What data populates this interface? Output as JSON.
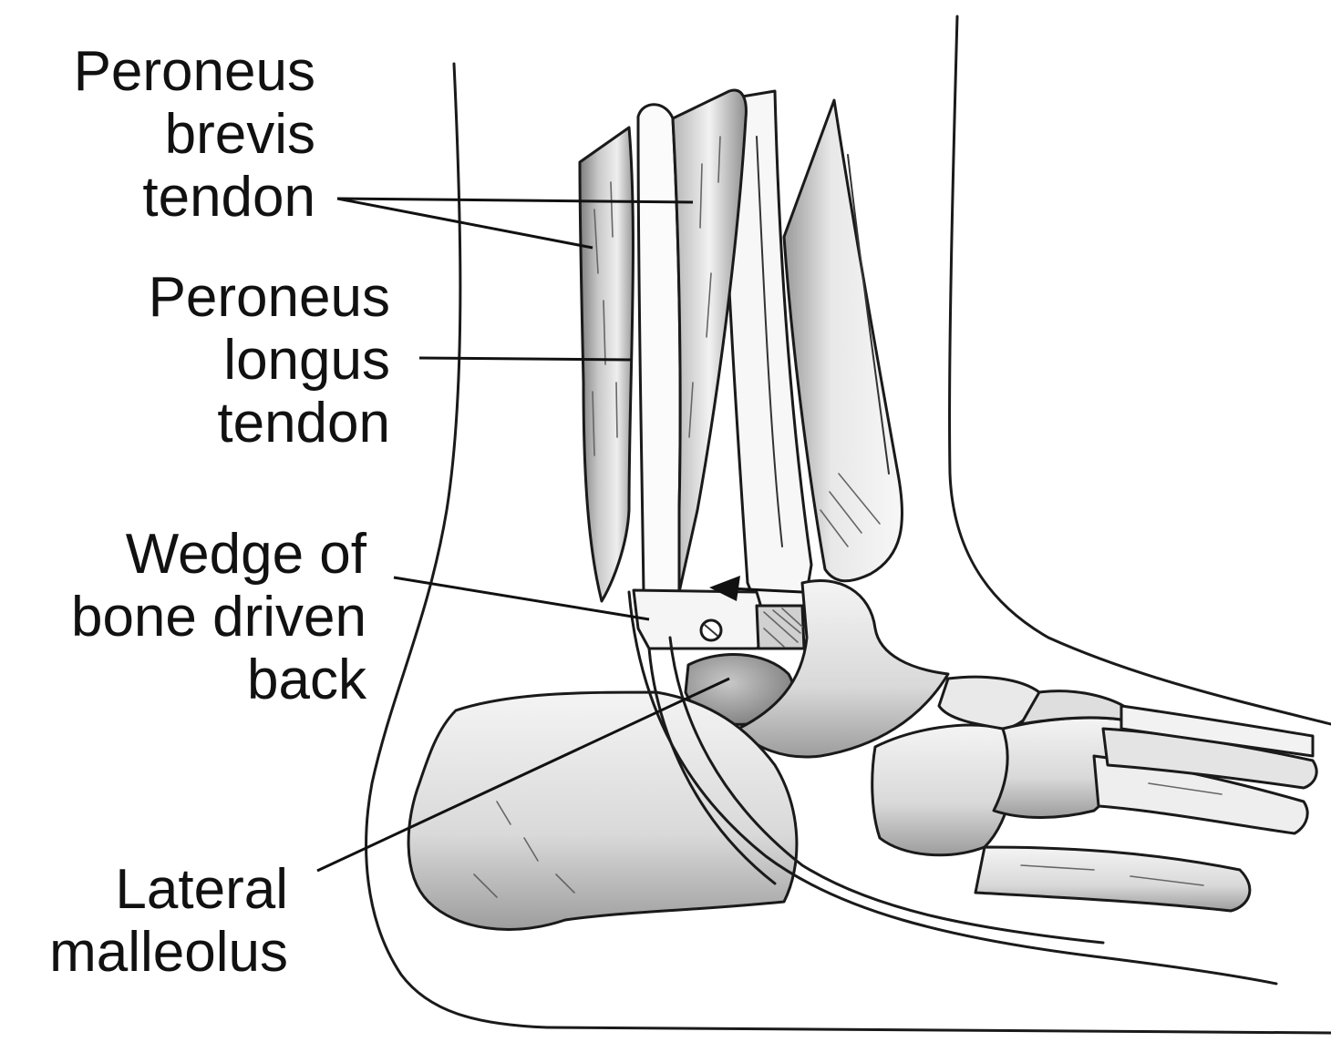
{
  "labels": {
    "peroneus_brevis": [
      "Peroneus",
      "brevis",
      "tendon"
    ],
    "peroneus_longus": [
      "Peroneus",
      "longus",
      "tendon"
    ],
    "wedge_of_bone": [
      "Wedge of",
      "bone driven",
      "back"
    ],
    "lateral_malleolus": [
      "Lateral",
      "malleolus"
    ]
  },
  "colors": {
    "ink": "#1a1a1a",
    "paper": "#ffffff",
    "shade_dark": "#8a8a8a",
    "shade_light": "#e6e6e6"
  }
}
